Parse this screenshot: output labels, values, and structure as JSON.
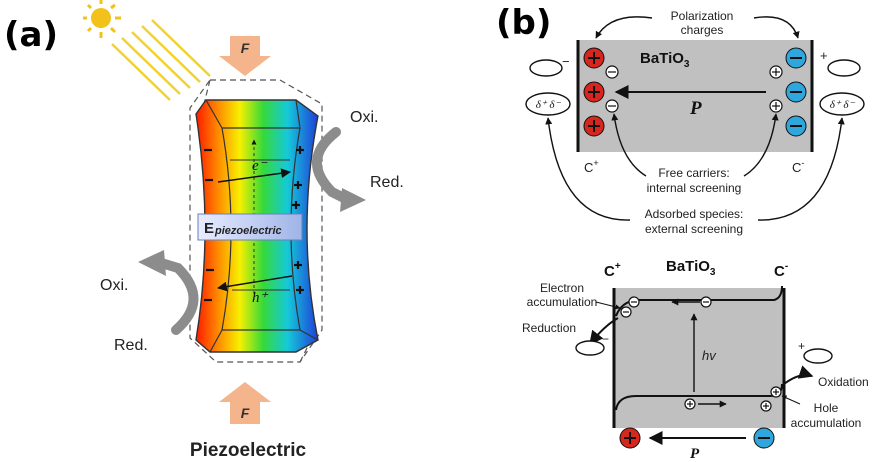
{
  "panel_a": {
    "label": "(a)",
    "force_top": "F",
    "force_bottom": "F",
    "electron": "e⁻",
    "hole": "h⁺",
    "field_label": "E",
    "field_subscript": "piezoelectric",
    "oxi_right": "Oxi.",
    "red_right": "Red.",
    "oxi_left": "Oxi.",
    "red_left": "Red.",
    "caption": "Piezoelectric",
    "plus_sign": "+",
    "minus_sign": "−"
  },
  "panel_b": {
    "label": "(b)",
    "top": {
      "polarization_line1": "Polarization",
      "polarization_line2": "charges",
      "material": "BaTiO",
      "material_sub": "3",
      "p_label": "P",
      "c_plus": "C",
      "c_plus_sup": "+",
      "c_minus": "C",
      "c_minus_sup": "-",
      "free_line1": "Free carriers:",
      "free_line2": "internal screening",
      "adsorbed_line1": "Adsorbed species:",
      "adsorbed_line2": "external screening",
      "delta_pair": "δ⁺ δ⁻",
      "ellipse_minus": "−",
      "ellipse_plus": "+"
    },
    "bottom": {
      "c_plus": "C",
      "c_plus_sup": "+",
      "c_minus": "C",
      "c_minus_sup": "-",
      "material": "BaTiO",
      "material_sub": "3",
      "electron_line1": "Electron",
      "electron_line2": "accumulation",
      "reduction": "Reduction",
      "hv": "hv",
      "oxidation": "Oxidation",
      "hole_line1": "Hole",
      "hole_line2": "accumulation",
      "p_label": "P",
      "ellipse_minus": "−",
      "ellipse_plus": "+"
    }
  },
  "colors": {
    "positive": "#d7261e",
    "negative": "#2fa6dc",
    "box_gray": "#c0c0c0",
    "force_arrow": "#f4b58c",
    "curl_arrow": "#888888",
    "sun": "#f2c21a"
  }
}
